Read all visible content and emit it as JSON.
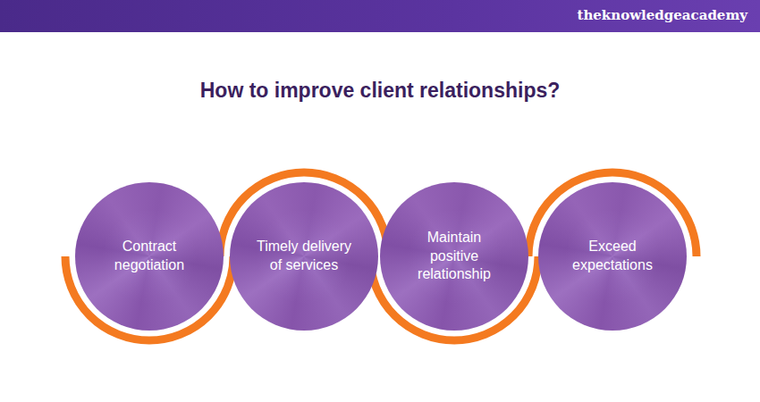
{
  "diagram": {
    "title": "How to improve client relationships?",
    "nodes": [
      {
        "text": [
          "Contract negotiation"
        ]
      },
      {
        "text": [
          "Timely delivery of services"
        ]
      },
      {
        "text": [
          "Maintain positive relationship"
        ]
      },
      {
        "text": [
          "Exceed expectations"
        ]
      }
    ],
    "labels": [
      "theknowledgeacademy"
    ]
  }
}
